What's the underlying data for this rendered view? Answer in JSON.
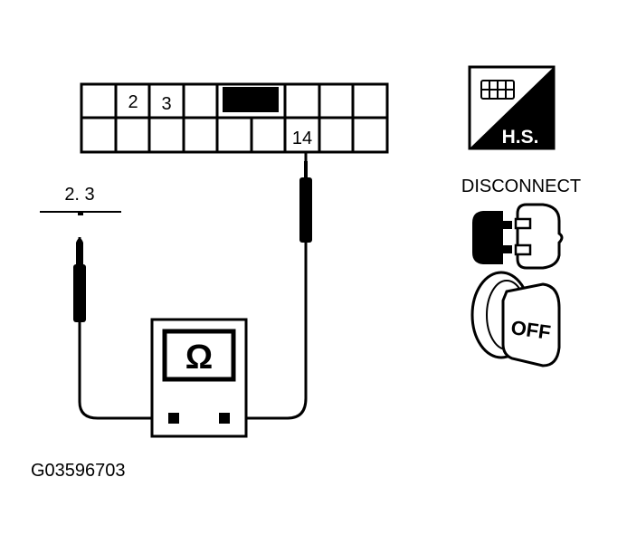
{
  "connector": {
    "top_row_labels": [
      "",
      "2",
      "3",
      "",
      "",
      "",
      "",
      "",
      "",
      ""
    ],
    "bottom_row_labels": [
      "",
      "",
      "",
      "",
      "",
      "",
      "",
      "14",
      "",
      ""
    ]
  },
  "probe_label": "2. 3",
  "meter": {
    "symbol": "Ω"
  },
  "harness_symbol": {
    "caption": "H.S."
  },
  "disconnect": {
    "label": "DISCONNECT"
  },
  "ignition": {
    "label": "OFF"
  },
  "figure_id": "G03596703"
}
